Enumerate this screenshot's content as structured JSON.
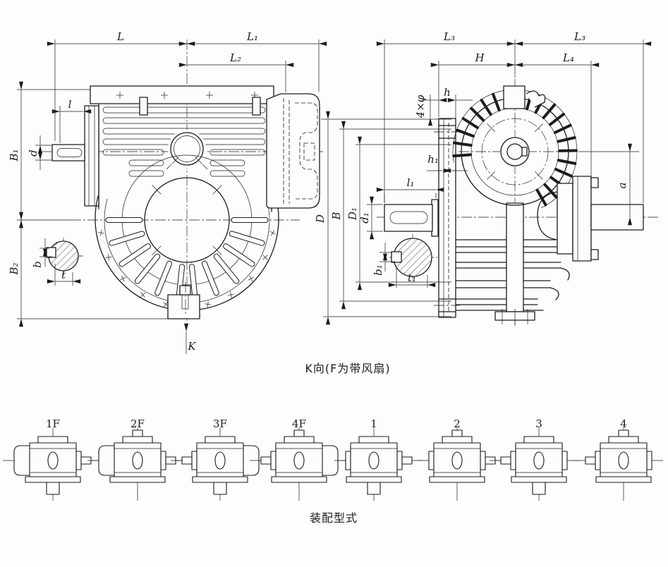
{
  "page": {
    "background": "#fdfdfd",
    "line_color": "#1c1c1c"
  },
  "main_drawing": {
    "front_view": {
      "dims": {
        "L": "L",
        "L1": "L₁",
        "L2": "L₂",
        "l": "l",
        "d": "d",
        "B1": "B₁",
        "B2": "B₂",
        "b": "b",
        "t": "t",
        "K": "K"
      }
    },
    "side_view": {
      "dims": {
        "L3_left": "L₃",
        "L3_right": "L₃",
        "H": "H",
        "L4": "L₄",
        "h": "h",
        "bolt_holes": "4×φ",
        "h1": "h₁",
        "D": "D",
        "B": "B",
        "D1": "D₁",
        "d1": "d₁",
        "l1": "l₁",
        "b1": "b₁",
        "t1": "t₁",
        "a": "a"
      }
    },
    "caption_view_k": "K向(F为带风扇)"
  },
  "assembly_types": {
    "caption": "装配型式",
    "items": [
      {
        "label": "1F",
        "fan": true,
        "shaft": "right",
        "stub": "down"
      },
      {
        "label": "2F",
        "fan": true,
        "shaft": "right",
        "stub": "up"
      },
      {
        "label": "3F",
        "fan": true,
        "shaft": "left",
        "stub": "down"
      },
      {
        "label": "4F",
        "fan": true,
        "shaft": "left",
        "stub": "up"
      },
      {
        "label": "1",
        "fan": false,
        "shaft": "right",
        "stub": "down"
      },
      {
        "label": "2",
        "fan": false,
        "shaft": "right",
        "stub": "up"
      },
      {
        "label": "3",
        "fan": false,
        "shaft": "left",
        "stub": "down"
      },
      {
        "label": "4",
        "fan": false,
        "shaft": "left",
        "stub": "up"
      }
    ]
  }
}
